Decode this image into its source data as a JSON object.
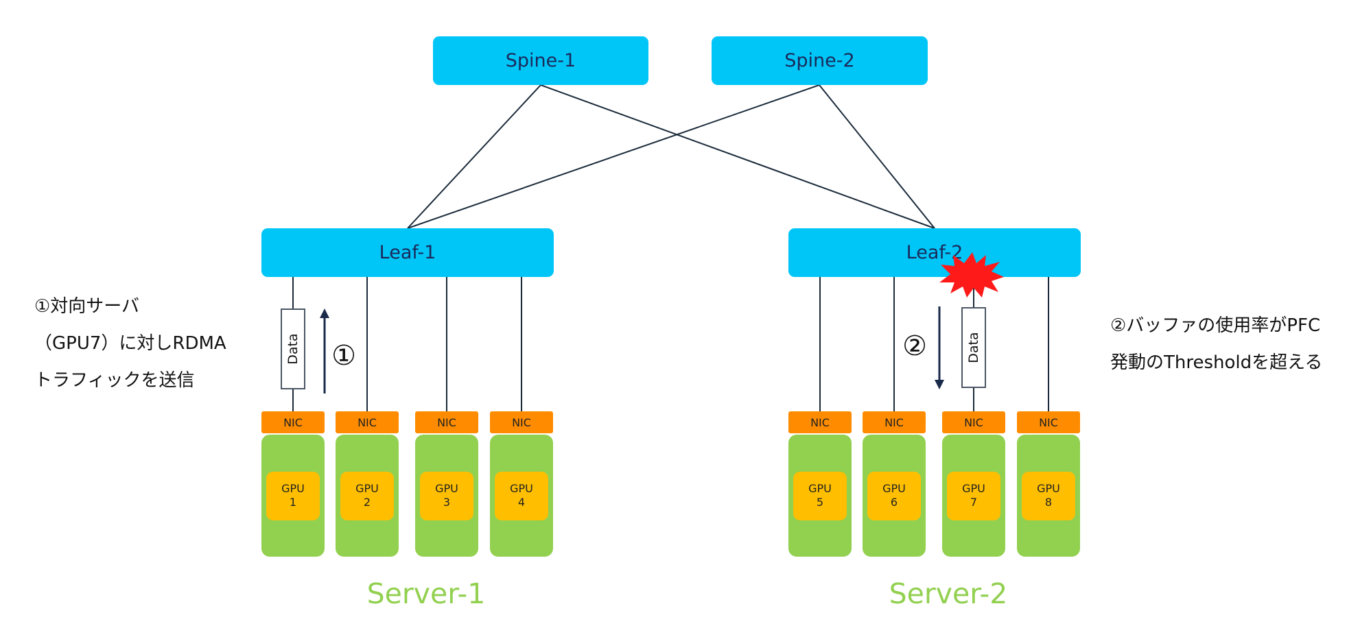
{
  "spines": [
    "Spine-1",
    "Spine-2"
  ],
  "leaves": [
    "Leaf-1",
    "Leaf-2"
  ],
  "nic_label": "NIC",
  "gpus": [
    "GPU\n1",
    "GPU\n2",
    "GPU\n3",
    "GPU\n4",
    "GPU\n5",
    "GPU\n6",
    "GPU\n7",
    "GPU\n8"
  ],
  "servers": [
    "Server-1",
    "Server-2"
  ],
  "data_label": "Data",
  "steps": [
    "①",
    "②"
  ],
  "notes": {
    "left": "①対向サーバ\n（GPU7）に対しRDMA\nトラフィックを送信",
    "right": "②バッファの使用率がPFC\n発動のThresholdを超える"
  },
  "colors": {
    "switch": "#00c5f7",
    "nic": "#ff8c00",
    "server": "#92d050",
    "gpu": "#ffbf00",
    "congestion": "#ff1a1a"
  },
  "icons": {
    "congestion": "explosion-burst-icon",
    "flow_up": "arrow-up-icon",
    "flow_down": "arrow-down-icon"
  }
}
